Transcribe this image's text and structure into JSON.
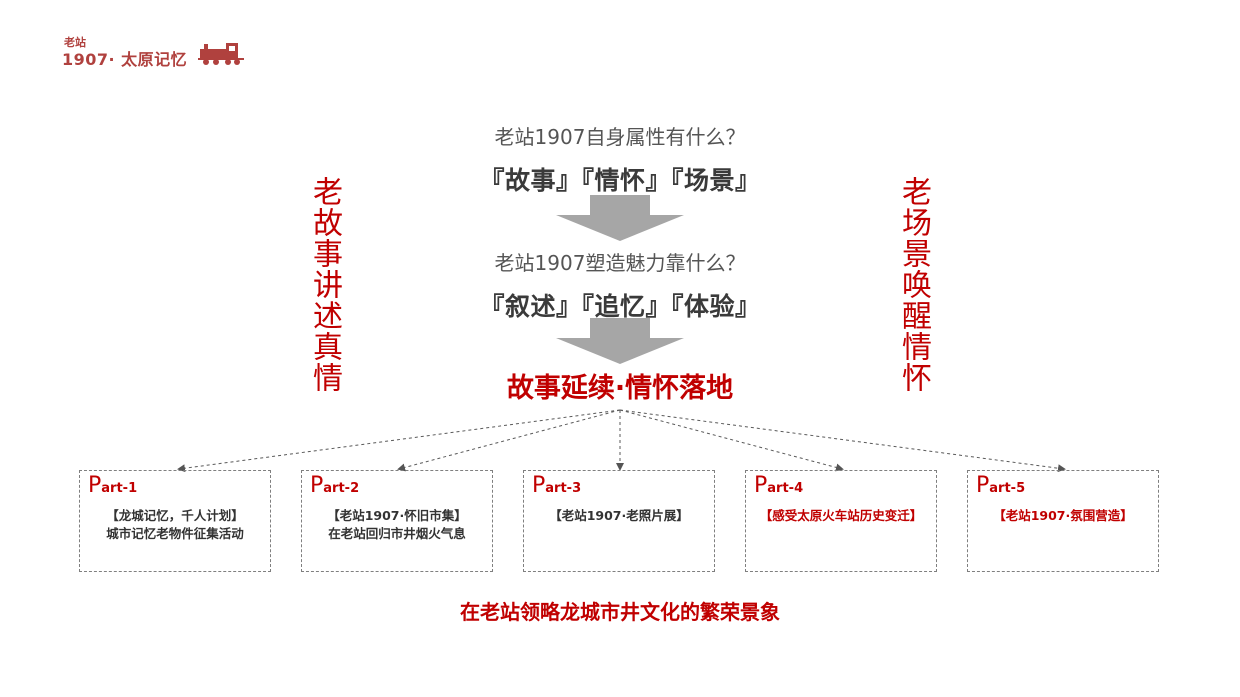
{
  "logo": {
    "small": "老站",
    "main": "1907· 太原记忆"
  },
  "flow": {
    "q1": "老站1907自身属性有什么？",
    "kw1": "『故事』『情怀』『场景』",
    "q2": "老站1907塑造魅力靠什么？",
    "kw2": "『叙述』『追忆』『体验』",
    "headline": "故事延续·情怀落地"
  },
  "side": {
    "left": "老故事讲述真情",
    "right": "老场景唤醒情怀"
  },
  "parts": [
    {
      "p": "P",
      "rest": "art-1",
      "line1": "【龙城记忆，千人计划】",
      "line2": "城市记忆老物件征集活动",
      "tone": "dark"
    },
    {
      "p": "P",
      "rest": "art-2",
      "line1": "【老站1907·怀旧市集】",
      "line2": "在老站回归市井烟火气息",
      "tone": "dark"
    },
    {
      "p": "P",
      "rest": "art-3",
      "line1": "【老站1907·老照片展】",
      "line2": "",
      "tone": "dark"
    },
    {
      "p": "P",
      "rest": "art-4",
      "line1": "【感受太原火车站历史变迁】",
      "line2": "",
      "tone": "red"
    },
    {
      "p": "P",
      "rest": "art-5",
      "line1": "【老站1907·氛围营造】",
      "line2": "",
      "tone": "red"
    }
  ],
  "footer": "在老站领略龙城市井文化的繁荣景象",
  "colors": {
    "accent": "#c00000",
    "arrow": "#a6a6a6",
    "logo": "#b0413e"
  }
}
